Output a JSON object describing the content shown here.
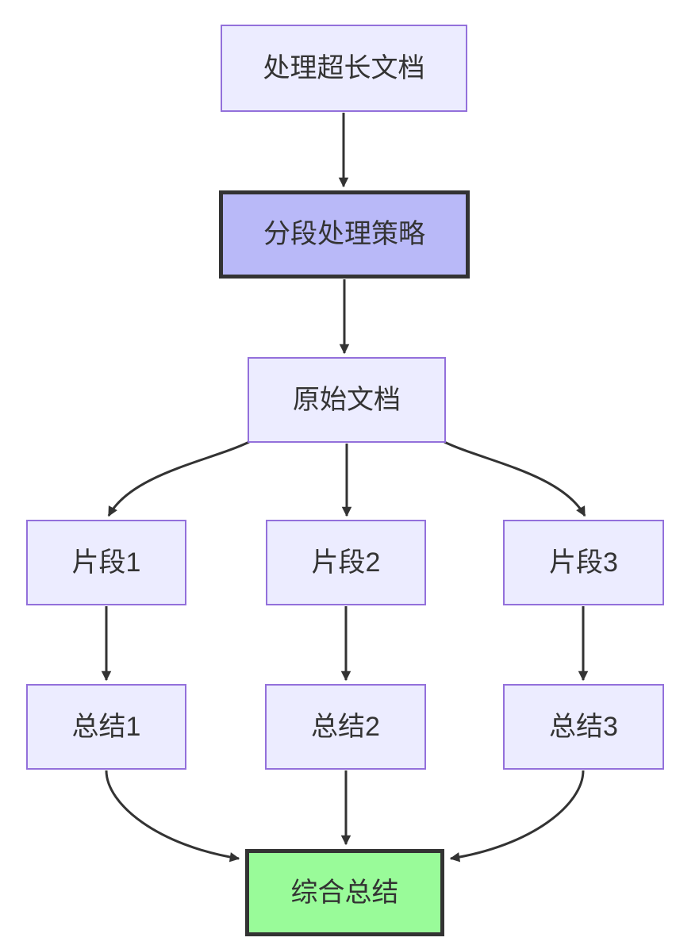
{
  "diagram": {
    "type": "flowchart",
    "direction": "top-down",
    "nodes": [
      {
        "id": "start",
        "label": "处理超长文档",
        "style": "default"
      },
      {
        "id": "strategy",
        "label": "分段处理策略",
        "style": "emphasis"
      },
      {
        "id": "source",
        "label": "原始文档",
        "style": "default"
      },
      {
        "id": "fragment1",
        "label": "片段1",
        "style": "default"
      },
      {
        "id": "fragment2",
        "label": "片段2",
        "style": "default"
      },
      {
        "id": "fragment3",
        "label": "片段3",
        "style": "default"
      },
      {
        "id": "summary1",
        "label": "总结1",
        "style": "default"
      },
      {
        "id": "summary2",
        "label": "总结2",
        "style": "default"
      },
      {
        "id": "summary3",
        "label": "总结3",
        "style": "default"
      },
      {
        "id": "final",
        "label": "综合总结",
        "style": "success"
      }
    ],
    "edges": [
      {
        "from": "start",
        "to": "strategy"
      },
      {
        "from": "strategy",
        "to": "source"
      },
      {
        "from": "source",
        "to": "fragment1"
      },
      {
        "from": "source",
        "to": "fragment2"
      },
      {
        "from": "source",
        "to": "fragment3"
      },
      {
        "from": "fragment1",
        "to": "summary1"
      },
      {
        "from": "fragment2",
        "to": "summary2"
      },
      {
        "from": "fragment3",
        "to": "summary3"
      },
      {
        "from": "summary1",
        "to": "final"
      },
      {
        "from": "summary2",
        "to": "final"
      },
      {
        "from": "summary3",
        "to": "final"
      }
    ],
    "colors": {
      "background": "#FFFFFF",
      "node_fill": "#ECECFF",
      "node_border": "#9370DB",
      "emphasis_fill": "#B9B9F8",
      "emphasis_border": "#333333",
      "success_fill": "#99FB99",
      "success_border": "#333333",
      "edge": "#333333",
      "text": "#333333"
    }
  }
}
